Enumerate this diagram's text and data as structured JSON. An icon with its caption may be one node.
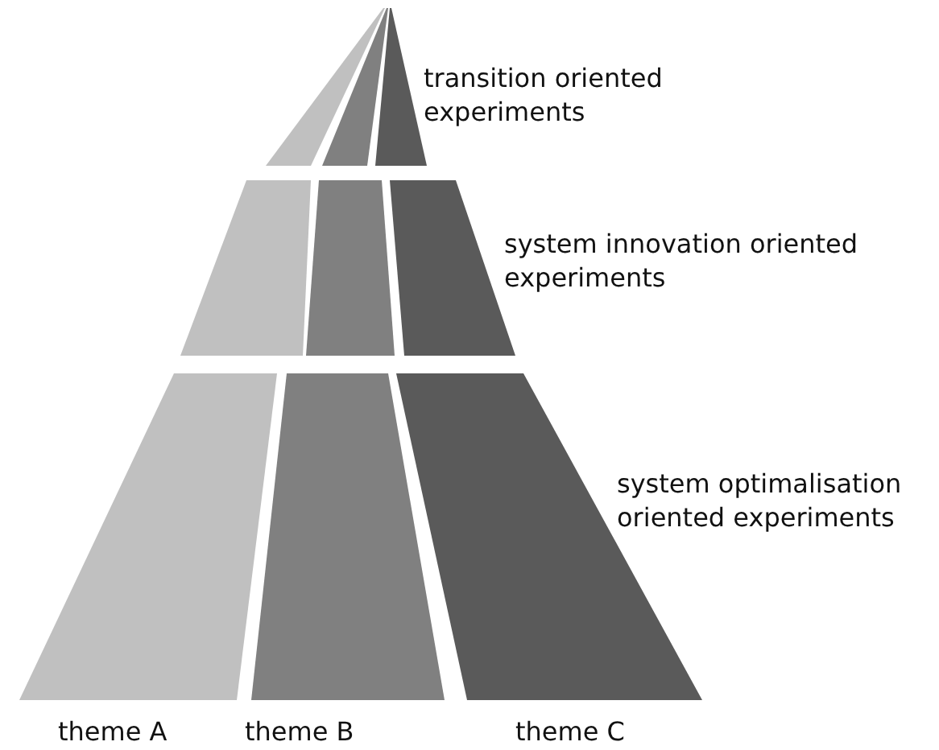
{
  "diagram": {
    "labels": [
      "transition oriented experiments",
      "system innovation oriented experiments",
      "system optimalisation oriented experiments",
      "theme A",
      "theme B",
      "theme C"
    ]
  }
}
